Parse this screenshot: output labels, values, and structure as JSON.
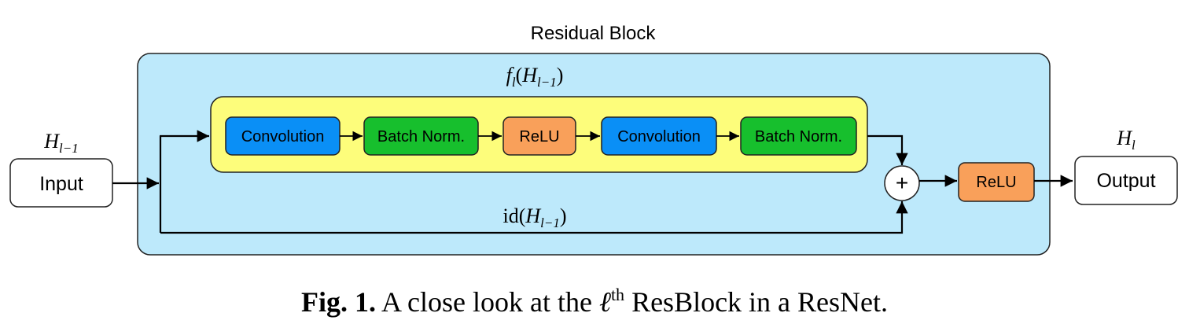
{
  "block_title": "Residual Block",
  "inner_label": {
    "fn": "f",
    "fn_sub": "l",
    "arg": "H",
    "arg_sub": "l−1"
  },
  "input_label": {
    "var": "H",
    "sub": "l−1"
  },
  "output_label": {
    "var": "H",
    "sub": "l"
  },
  "id_label": {
    "fn": "id",
    "arg": "H",
    "arg_sub": "l−1"
  },
  "nodes": {
    "input": "Input",
    "output": "Output",
    "relu_out": "ReLU",
    "plus": "+"
  },
  "layers": [
    "Convolution",
    "Batch Norm.",
    "ReLU",
    "Convolution",
    "Batch Norm."
  ],
  "caption": {
    "prefix": "Fig. 1.",
    "text_before": " A close look at the ",
    "ell": "ℓ",
    "sup": "th",
    "text_after": " ResBlock in a ResNet."
  },
  "colors": {
    "block_bg": "#bde9fb",
    "inner_bg": "#fdfd7b",
    "conv": "#0a8ff6",
    "bn": "#17bf2d",
    "relu": "#f9a05a"
  }
}
